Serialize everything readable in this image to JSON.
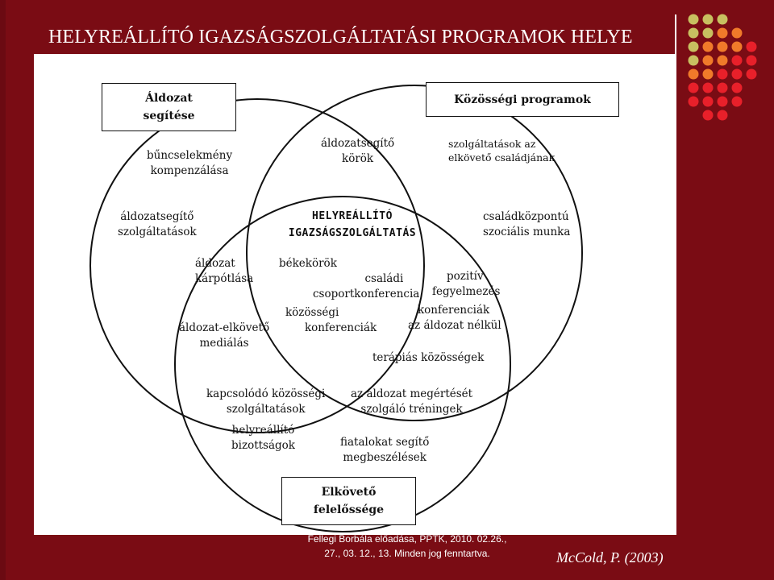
{
  "title": "HELYREÁLLÍTÓ IGAZSÁGSZOLGÁLTATÁSI PROGRAMOK HELYE",
  "boxes": {
    "victim": [
      "Áldozat",
      "segítése"
    ],
    "community": [
      "Közösségi programok"
    ],
    "offender": [
      "Elkövető",
      "felelőssége"
    ]
  },
  "center_title": [
    "HELYREÁLLÍTÓ",
    "IGAZSÁGSZOLGÁLTATÁS"
  ],
  "labels": {
    "victim_only_1": [
      "bűncselekmény",
      "kompenzálása"
    ],
    "victim_only_2": [
      "áldozatsegítő",
      "szolgáltatások"
    ],
    "victim_community": [
      "áldozatsegítő",
      "körök"
    ],
    "community_only_1": [
      "szolgáltatások az",
      "elkövető családjának"
    ],
    "community_only_2": [
      "családközpontú",
      "szociális munka"
    ],
    "victim_offender_1": [
      "áldozat",
      "kárpótlása"
    ],
    "victim_offender_2": [
      "áldozat-elkövető",
      "mediálás"
    ],
    "center_1": "békekörök",
    "center_2": [
      "családi",
      "csoportkonferencia"
    ],
    "center_3": [
      "közösségi",
      "konferenciák"
    ],
    "community_offender_1": [
      "pozitív",
      "fegyelmezés"
    ],
    "community_offender_2": [
      "konferenciák",
      "az áldozat nélkül"
    ],
    "community_offender_3": "terápiás közösségek",
    "offender_only_1": [
      "kapcsolódó közösségi",
      "szolgáltatások"
    ],
    "offender_only_2": [
      "helyreállító",
      "bizottságok"
    ],
    "offender_only_3": [
      "az áldozat megértését",
      "szolgáló tréningek"
    ],
    "offender_only_4": [
      "fiatalokat segítő",
      "megbeszélések"
    ]
  },
  "footer": [
    "Fellegi Borbála előadása, PPTK, 2010. 02.26.,",
    "27., 03. 12., 13. Minden jog fenntartva."
  ],
  "citation": "McCold, P. (2003)",
  "colors": {
    "background": "#7a0c14",
    "dot_olive": "#c8c060",
    "dot_orange": "#f07a2a",
    "dot_red": "#e8202a"
  }
}
